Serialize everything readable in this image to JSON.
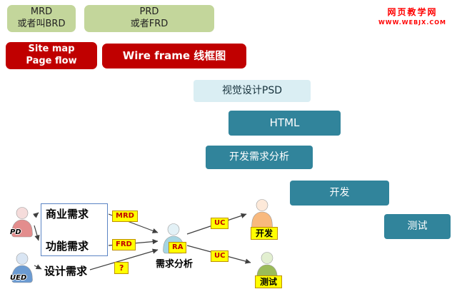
{
  "watermark": {
    "site_name": "网页教学网",
    "site_url": "www.webjx.com"
  },
  "stage_boxes": {
    "mrd": {
      "line1": "MRD",
      "line2": "或者叫BRD"
    },
    "prd": {
      "line1": "PRD",
      "line2": "或者FRD"
    },
    "sitemap": {
      "line1": "Site map",
      "line2": "Page flow"
    },
    "wireframe": {
      "label": "Wire frame 线框图"
    },
    "psd": {
      "label": "视觉设计PSD"
    },
    "html": {
      "label": "HTML"
    },
    "dev_requirements": {
      "label": "开发需求分析"
    },
    "development": {
      "label": "开发"
    },
    "testing": {
      "label": "测试"
    }
  },
  "flowchart": {
    "actor_pd": {
      "label": "PD"
    },
    "actor_ued": {
      "label": "UED"
    },
    "actor_ra": {
      "tag": "RA",
      "caption": "需求分析"
    },
    "actor_dev": {
      "tag": "开发"
    },
    "actor_test": {
      "tag": "测试"
    },
    "requirements": {
      "business": "商业需求",
      "functional": "功能需求",
      "design": "设计需求"
    },
    "tags": {
      "mrd": "MRD",
      "frd": "FRD",
      "question": "?",
      "uc_dev": "UC",
      "uc_test": "UC"
    }
  },
  "colors": {
    "green_box_bg": "#c3d69b",
    "red_box_bg": "#c00000",
    "pale_blue_box_bg": "#daeef3",
    "teal_box_bg": "#31849b",
    "tag_bg": "#ffff00",
    "tag_text": "#c00000",
    "watermark_text": "#ff0000"
  },
  "person_colors": {
    "pd_body": "#e38d8d",
    "pd_head": "#f5dcdb",
    "ued_body": "#6b9bd2",
    "ued_head": "#d9e5f3",
    "ra_body": "#a5d5e2",
    "ra_head": "#e3f1f6",
    "dev_body": "#f8b97e",
    "dev_head": "#fde9d9",
    "test_body": "#9bbb59",
    "test_head": "#e2efd0"
  }
}
